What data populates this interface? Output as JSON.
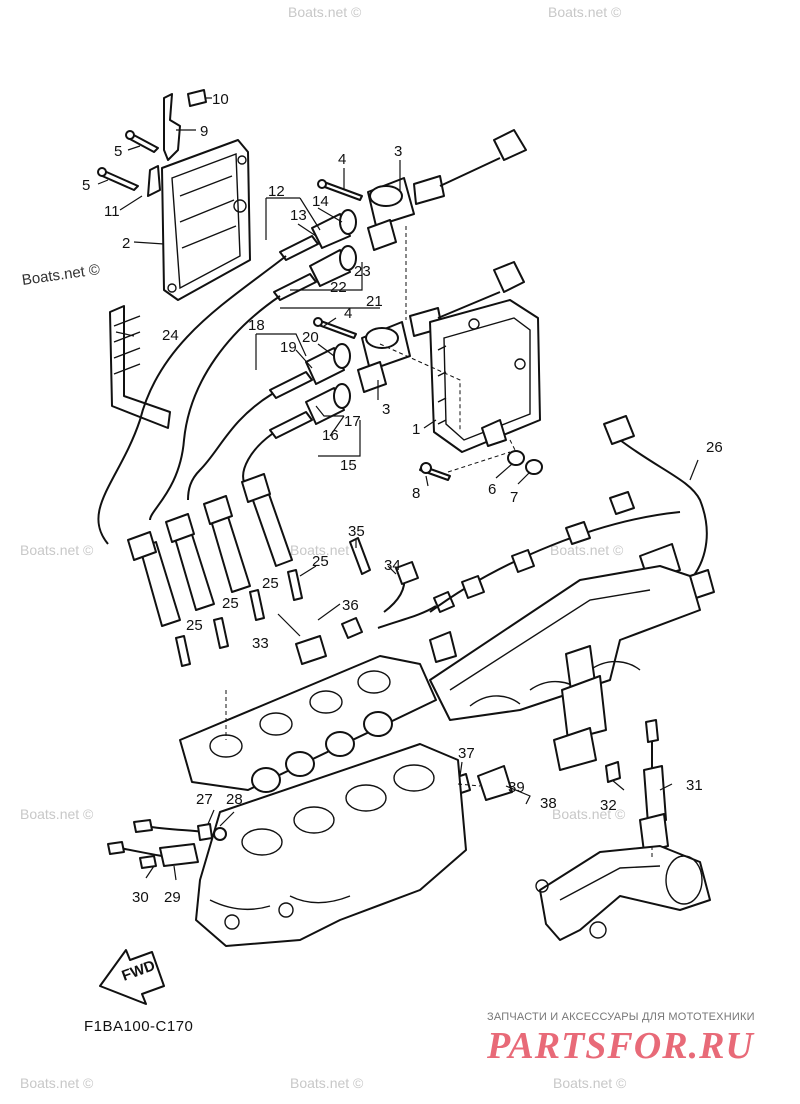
{
  "diagram": {
    "code": "F1BA100-C170",
    "fwd_label": "FWD",
    "callouts": [
      {
        "id": "c10",
        "label": "10"
      },
      {
        "id": "c9",
        "label": "9"
      },
      {
        "id": "c5a",
        "label": "5"
      },
      {
        "id": "c5b",
        "label": "5"
      },
      {
        "id": "c11",
        "label": "11"
      },
      {
        "id": "c2",
        "label": "2"
      },
      {
        "id": "c4a",
        "label": "4"
      },
      {
        "id": "c3a",
        "label": "3"
      },
      {
        "id": "c12",
        "label": "12"
      },
      {
        "id": "c13",
        "label": "13"
      },
      {
        "id": "c14",
        "label": "14"
      },
      {
        "id": "c23",
        "label": "23"
      },
      {
        "id": "c22",
        "label": "22"
      },
      {
        "id": "c21",
        "label": "21"
      },
      {
        "id": "c4b",
        "label": "4"
      },
      {
        "id": "c24",
        "label": "24"
      },
      {
        "id": "c18",
        "label": "18"
      },
      {
        "id": "c19",
        "label": "19"
      },
      {
        "id": "c20",
        "label": "20"
      },
      {
        "id": "c3b",
        "label": "3"
      },
      {
        "id": "c1",
        "label": "1"
      },
      {
        "id": "c17",
        "label": "17"
      },
      {
        "id": "c16",
        "label": "16"
      },
      {
        "id": "c15",
        "label": "15"
      },
      {
        "id": "c26",
        "label": "26"
      },
      {
        "id": "c8",
        "label": "8"
      },
      {
        "id": "c6",
        "label": "6"
      },
      {
        "id": "c7",
        "label": "7"
      },
      {
        "id": "c35",
        "label": "35"
      },
      {
        "id": "c34",
        "label": "34"
      },
      {
        "id": "c25a",
        "label": "25"
      },
      {
        "id": "c25b",
        "label": "25"
      },
      {
        "id": "c25c",
        "label": "25"
      },
      {
        "id": "c25d",
        "label": "25"
      },
      {
        "id": "c36",
        "label": "36"
      },
      {
        "id": "c33",
        "label": "33"
      },
      {
        "id": "c37",
        "label": "37"
      },
      {
        "id": "c39",
        "label": "39"
      },
      {
        "id": "c38",
        "label": "38"
      },
      {
        "id": "c27",
        "label": "27"
      },
      {
        "id": "c28",
        "label": "28"
      },
      {
        "id": "c32",
        "label": "32"
      },
      {
        "id": "c31",
        "label": "31"
      },
      {
        "id": "c30",
        "label": "30"
      },
      {
        "id": "c29",
        "label": "29"
      }
    ]
  },
  "watermarks": {
    "boats": "Boats.net ©",
    "boats_side": "Boats.net ©"
  },
  "shop": {
    "tagline": "ЗАПЧАСТИ И АКСЕССУАРЫ ДЛЯ МОТОТЕХНИКИ",
    "logo": "PARTSFOR.RU"
  }
}
